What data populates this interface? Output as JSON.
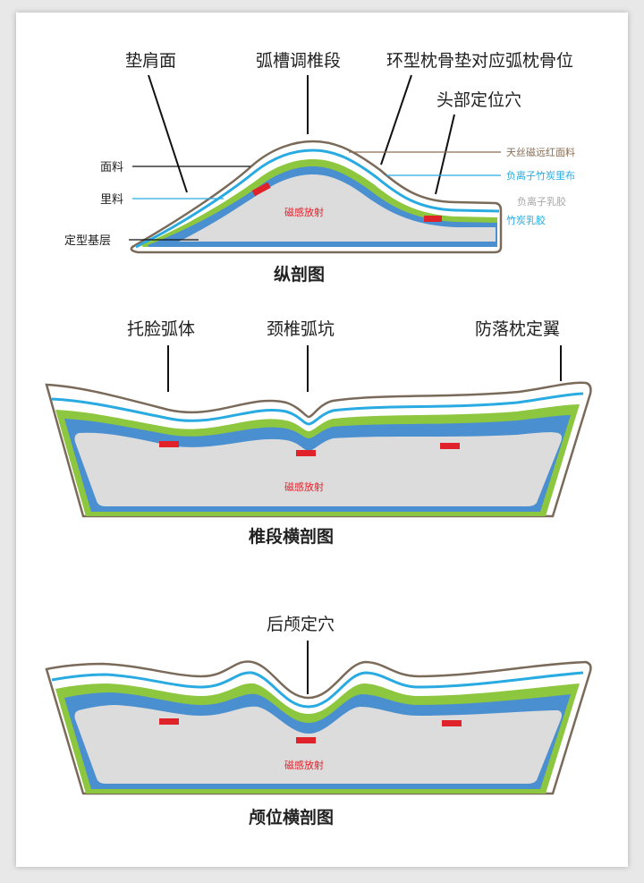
{
  "colors": {
    "shell": "#7a6a5a",
    "cover": "#ffffff",
    "blue": "#29abe2",
    "green": "#8dc63f",
    "inner_blue": "#4a8fd0",
    "core": "#dcdcdc",
    "marker": "#e0222b",
    "legend_brown": "#8a6e55",
    "legend_blue": "#29abe2",
    "legend_gray": "#a8a8a8"
  },
  "longitudinal": {
    "callouts": {
      "shoulder": "垫肩面",
      "arc_slot": "弧槽调椎段",
      "ring_pad": "环型枕骨垫对应弧枕骨位",
      "head_hole": "头部定位穴"
    },
    "side_labels": {
      "face": "面料",
      "lining": "里料",
      "base": "定型基层"
    },
    "legend": [
      {
        "text": "天丝磁远红面料",
        "color": "#8a6e55"
      },
      {
        "text": "负离子竹炭里布",
        "color": "#29abe2"
      },
      {
        "text": "负离子乳胶",
        "color": "#a8a8a8"
      },
      {
        "text": "竹炭乳胶",
        "color": "#29abe2"
      }
    ],
    "core_label": "磁感放射",
    "caption": "纵剖图"
  },
  "vertebra_section": {
    "callouts": {
      "left": "托脸弧体",
      "center": "颈椎弧坑",
      "right": "防落枕定翼"
    },
    "core_label": "磁感放射",
    "caption": "椎段横剖图"
  },
  "occiput_section": {
    "callouts": {
      "center": "后颅定穴"
    },
    "core_label": "磁感放射",
    "caption": "颅位横剖图"
  }
}
